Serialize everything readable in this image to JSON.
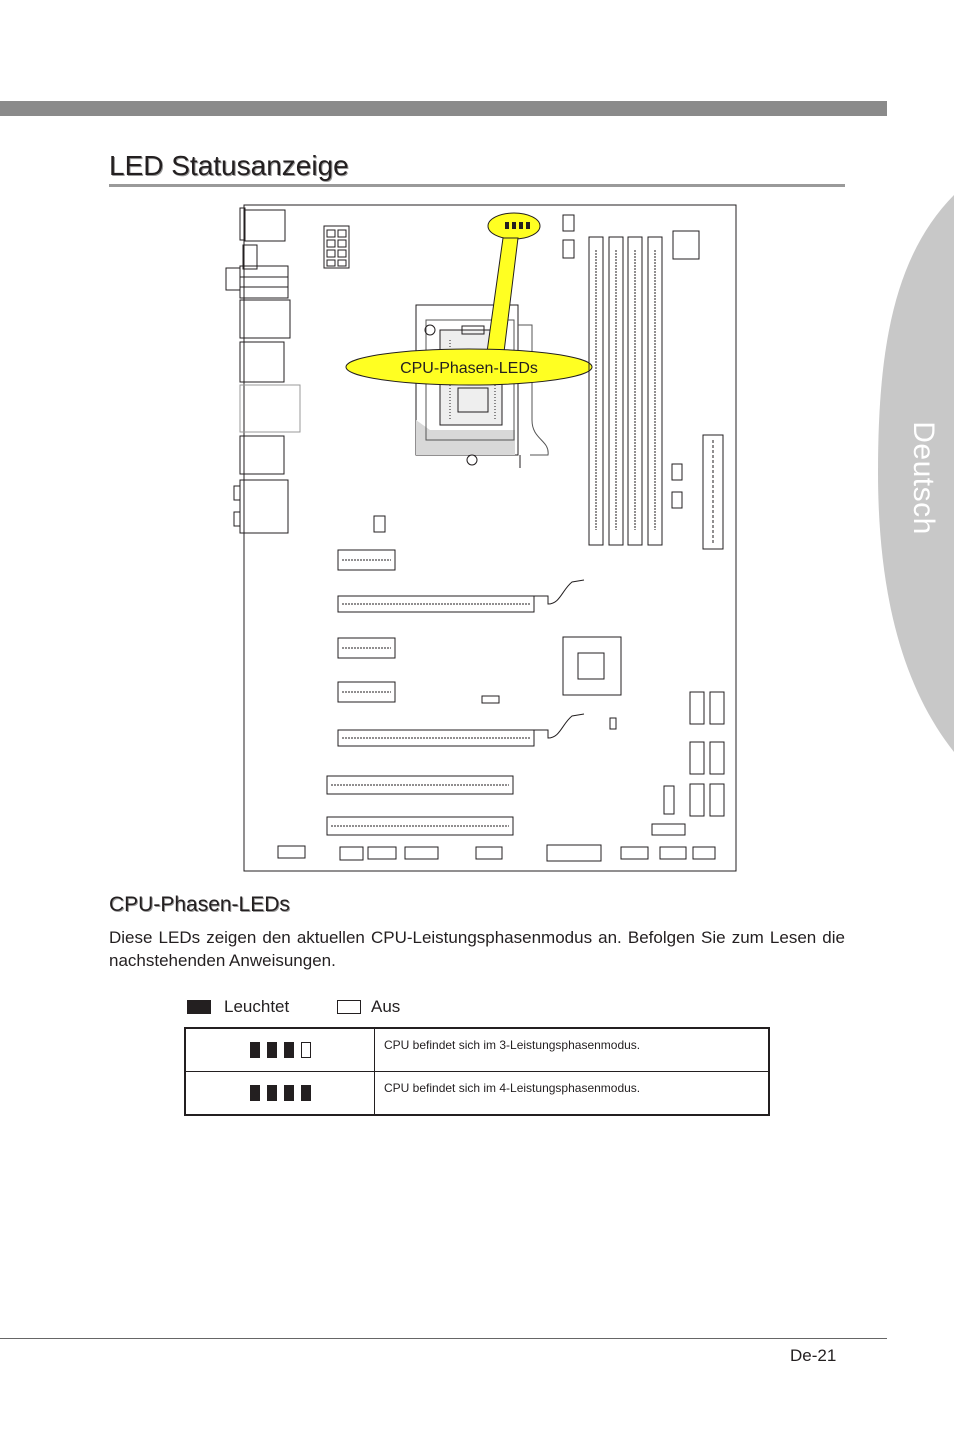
{
  "side_tab": {
    "label": "Deutsch"
  },
  "section": {
    "title": "LED Statusanzeige"
  },
  "diagram": {
    "callout_label": "CPU-Phasen-LEDs"
  },
  "subsection": {
    "title": "CPU-Phasen-LEDs",
    "body": "Diese LEDs zeigen den aktuellen CPU-Leistungsphasenmodus an. Befolgen Sie zum Lesen die nachstehenden Anweisungen."
  },
  "legend": {
    "on_label": "Leuchtet",
    "off_label": "Aus"
  },
  "table": {
    "rows": [
      {
        "leds": [
          "on",
          "on",
          "on",
          "off"
        ],
        "description": "CPU befindet sich im 3-Leistungsphasenmodus."
      },
      {
        "leds": [
          "on",
          "on",
          "on",
          "on"
        ],
        "description": "CPU befindet sich im 4-Leistungsphasenmodus."
      }
    ]
  },
  "footer": {
    "page_number": "De-21"
  }
}
